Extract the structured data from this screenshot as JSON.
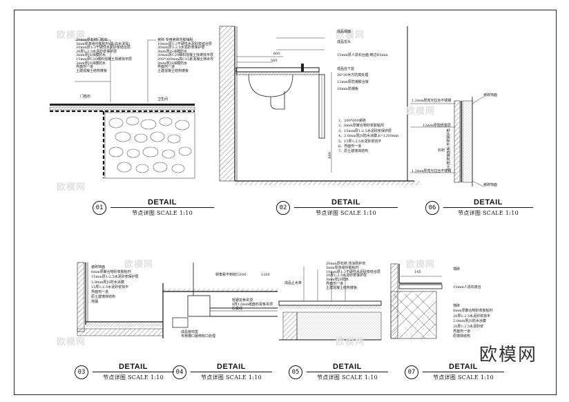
{
  "brand": "欧模网",
  "watermark": "欧模网",
  "detail_label": "DETAIL",
  "scale_label": "节点详图 SCALE 1:10",
  "details": [
    {
      "num": "01",
      "notes_right": [
        "瓷砖,专用瓷砖背胶铺贴",
        "10mm厚1:2干硬性水泥砂浆结合层",
        "20mm厚1:2.5水泥砂浆保护层",
        "3mm厚JS涂膜防水",
        "20mm厚C20细石混凝土找坡找平层",
        "200*300mm高C15素混凝土挡水坎",
        "3mm厚JS涂膜防水",
        "界面剂一道",
        "土建混凝土结构楼板"
      ],
      "notes_left": [
        "20mm厚石材门槛石",
        "5mm厚单组份胶粘剂(黑/白水泥膏)",
        "10mm厚1:3干硬性水泥砂浆结合层",
        "20厚1:2.5水泥砂浆保护层",
        "3mm厚JS涂膜防水",
        "15mm厚C20细石混凝土找坡找平层",
        "3mm厚JS涂膜防水",
        "界面剂一道",
        "土建混凝土结构楼板"
      ],
      "label_threshold": "门槛石",
      "label_room": "卫生间"
    },
    {
      "num": "02",
      "notes": [
        "成品镜面",
        "成品龙头",
        "15mm厚人造石台面,倒边R5mm",
        "成品台下盆",
        "20*30木方防腐处理",
        "12mm厚防潮胶合板",
        "18mm防潮板",
        "1、300*600瓷砖",
        "2、6mm厚聚合物砂浆胶粘剂",
        "3、15mm厚1:2.5水泥砂浆保护层",
        "4、2.0mm厚JS防水涂膜,h=1200mm",
        "5、15厚1:2.5水泥砂浆找平",
        "6、界面剂一道",
        "7、原土建墙体结构"
      ],
      "dim_top": "600",
      "dim_sub": "585",
      "dim_height": "800"
    },
    {
      "num": "06",
      "notes": [
        "瓷砖饰面",
        "1.2mm厚亮光拉丝不锈钢",
        "12mm厚阻燃基层",
        "石材",
        "300宽玻璃面板/不锈钢护角",
        "1.2mm厚亮光拉丝不锈钢",
        "瓷砖饰面"
      ]
    },
    {
      "num": "03",
      "notes": [
        "瓷砖饰面",
        "6mm厚聚合物砂浆胶粘剂",
        "15mm厚1:2.5水泥砂浆保护层",
        "2.0mm厚JS防水涂膜",
        "15厚1:2.5水泥砂浆找平",
        "界面剂一道",
        "原土建墙体结构",
        "地漏"
      ]
    },
    {
      "num": "04",
      "notes": [
        "轻钢龙骨吊顶",
        "8厚12mm纸面石膏板吊顶",
        "石膏线",
        "成品窗帘盒",
        "专用槽口装修收口处理"
      ],
      "dim": "1200",
      "label_top": "转角看不到收口100"
    },
    {
      "num": "05",
      "notes": [
        "20mm厚石材,背涂防护剂",
        "5mm厚单组份胶粘剂",
        "10mm厚1:3干硬性水泥砂浆结合层",
        "20厚1:2.5水泥砂浆保护层",
        "3mm厚JS防水",
        "界面剂一道",
        "土建混凝土结构楼板"
      ],
      "label": "成品止水条"
    },
    {
      "num": "07",
      "notes": [
        "墙砖",
        "15mm人造石窗台",
        "墙砖",
        "6mm厚聚合物砂浆胶粘剂",
        "20厚1:2.5水泥砂浆找平",
        "2.0mm厚JS防水涂膜",
        "20厚1:2.5水泥砂浆",
        "界面剂一道",
        "原墙体结构"
      ],
      "dim": "145"
    }
  ]
}
